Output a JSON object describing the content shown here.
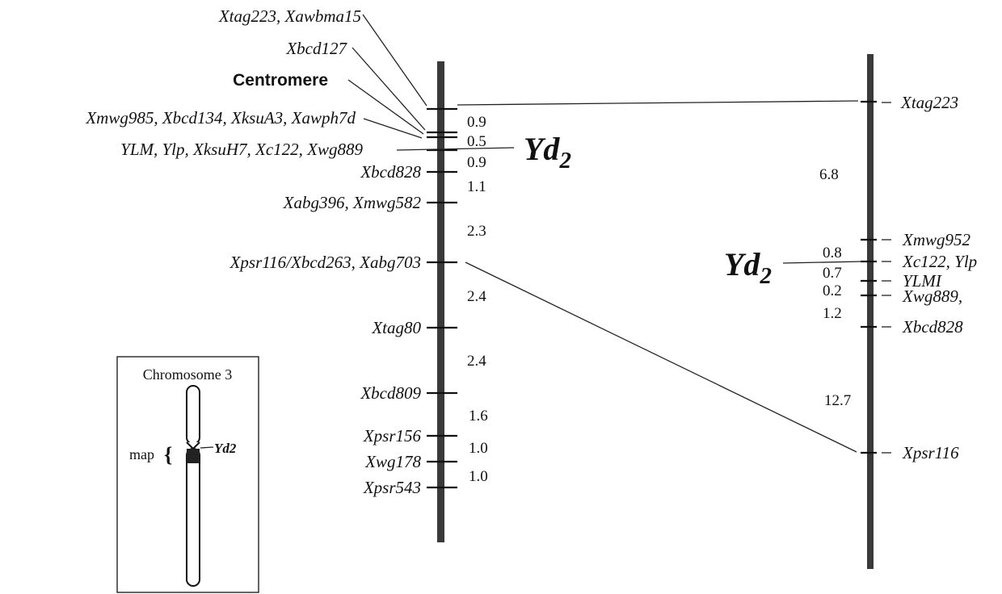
{
  "left_map": {
    "centromere_label": "Centromere",
    "gene": {
      "main": "Yd",
      "sub": "2"
    },
    "markers": [
      "Xtag223, Xawbma15",
      "Xbcd127",
      "Xmwg985, Xbcd134, XksuA3, Xawph7d",
      "YLM, Ylp, XksuH7, Xc122,  Xwg889",
      "Xbcd828",
      "Xabg396, Xmwg582",
      "Xpsr116/Xbcd263, Xabg703",
      "Xtag80",
      "Xbcd809",
      "Xpsr156",
      "Xwg178",
      "Xpsr543"
    ],
    "distances": [
      "0.9",
      "0.5",
      "0.9",
      "1.1",
      "2.3",
      "2.4",
      "2.4",
      "1.6",
      "1.0",
      "1.0"
    ]
  },
  "right_map": {
    "gene": {
      "main": "Yd",
      "sub": "2"
    },
    "markers": [
      "Xtag223",
      "Xmwg952",
      "Xc122, Ylp",
      "YLMI",
      "Xwg889,",
      "Xbcd828",
      "Xpsr116"
    ],
    "distances": [
      "6.8",
      "0.8",
      "0.7",
      "0.2",
      "1.2",
      "12.7"
    ]
  },
  "inset": {
    "title": "Chromosome 3",
    "map_label": "map",
    "brace": "{",
    "gene_label": "Yd2"
  }
}
